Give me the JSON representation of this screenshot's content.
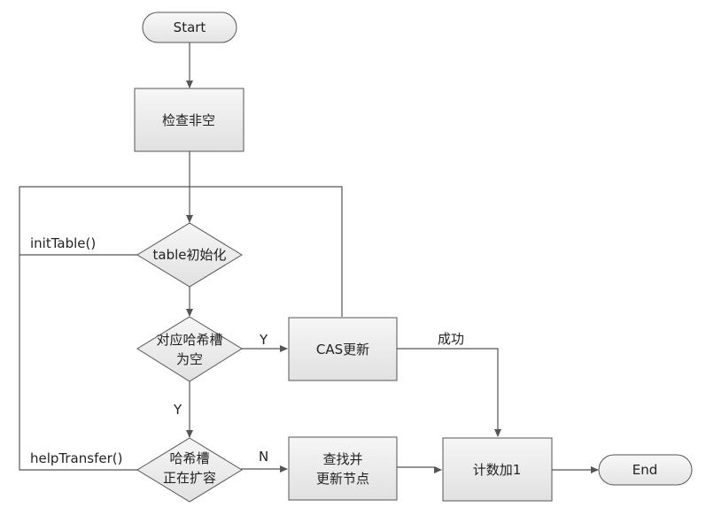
{
  "nodes": {
    "start": "Start",
    "check_not_null": "检查非空",
    "table_init": "table初始化",
    "slot_empty": [
      "对应哈希槽",
      "为空"
    ],
    "cas_update": "CAS更新",
    "slot_resizing": [
      "哈希槽",
      "正在扩容"
    ],
    "find_update": [
      "查找并",
      "更新节点"
    ],
    "count_add": "计数加1",
    "end": "End"
  },
  "edges": {
    "init_table": "initTable()",
    "help_transfer": "helpTransfer()",
    "yes_right": "Y",
    "yes_down": "Y",
    "no": "N",
    "success": "成功"
  },
  "colors": {
    "stroke": "#555555",
    "fill_top": "#f4f4f4",
    "fill_bottom": "#e2e2e2"
  }
}
